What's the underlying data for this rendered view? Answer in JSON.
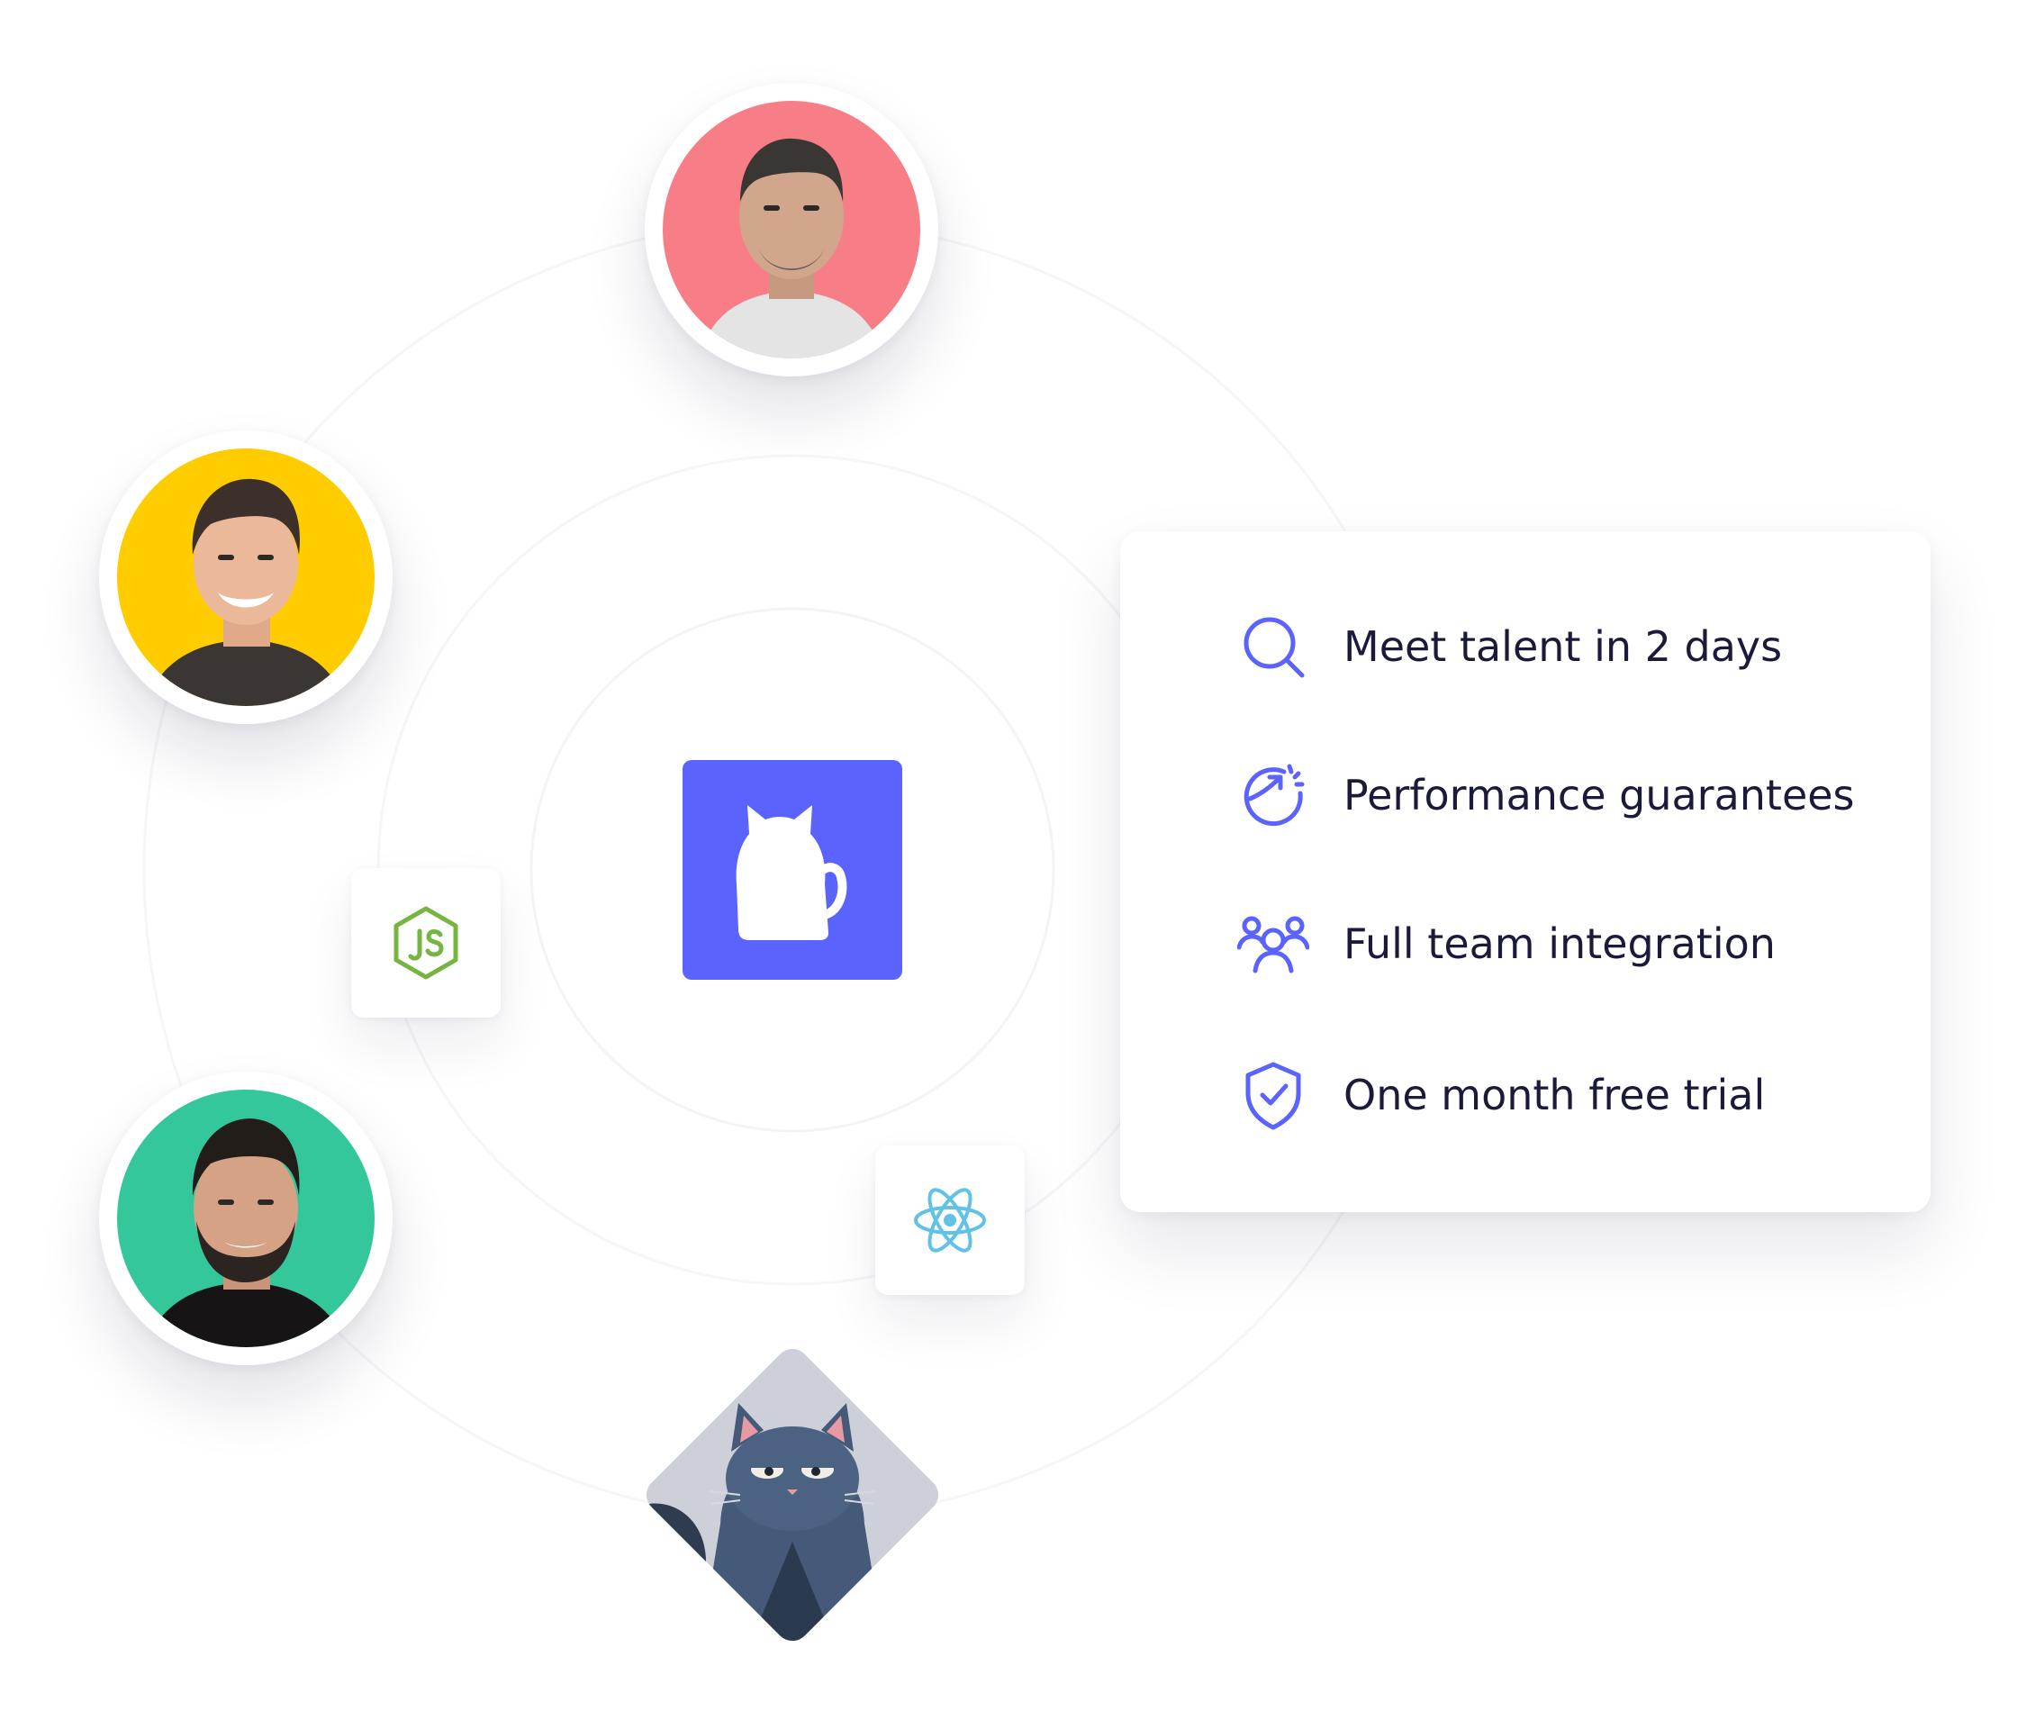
{
  "features": [
    {
      "icon": "search-icon",
      "label": "Meet talent in 2 days"
    },
    {
      "icon": "performance-gauge-icon",
      "label": "Performance guarantees"
    },
    {
      "icon": "team-icon",
      "label": "Full team integration"
    },
    {
      "icon": "shield-check-icon",
      "label": "One month free trial"
    }
  ],
  "avatars": [
    {
      "name": "developer-avatar-1",
      "background": "#f77e86"
    },
    {
      "name": "developer-avatar-2",
      "background": "#ffcc00"
    },
    {
      "name": "developer-avatar-3",
      "background": "#34c79c"
    }
  ],
  "tech": [
    {
      "icon": "nodejs-icon",
      "color": "#76b53f"
    },
    {
      "icon": "react-icon",
      "color": "#61c2e6"
    }
  ],
  "colors": {
    "accent": "#5b63fe",
    "text": "#1b1a3a",
    "background": "#ffffff"
  }
}
